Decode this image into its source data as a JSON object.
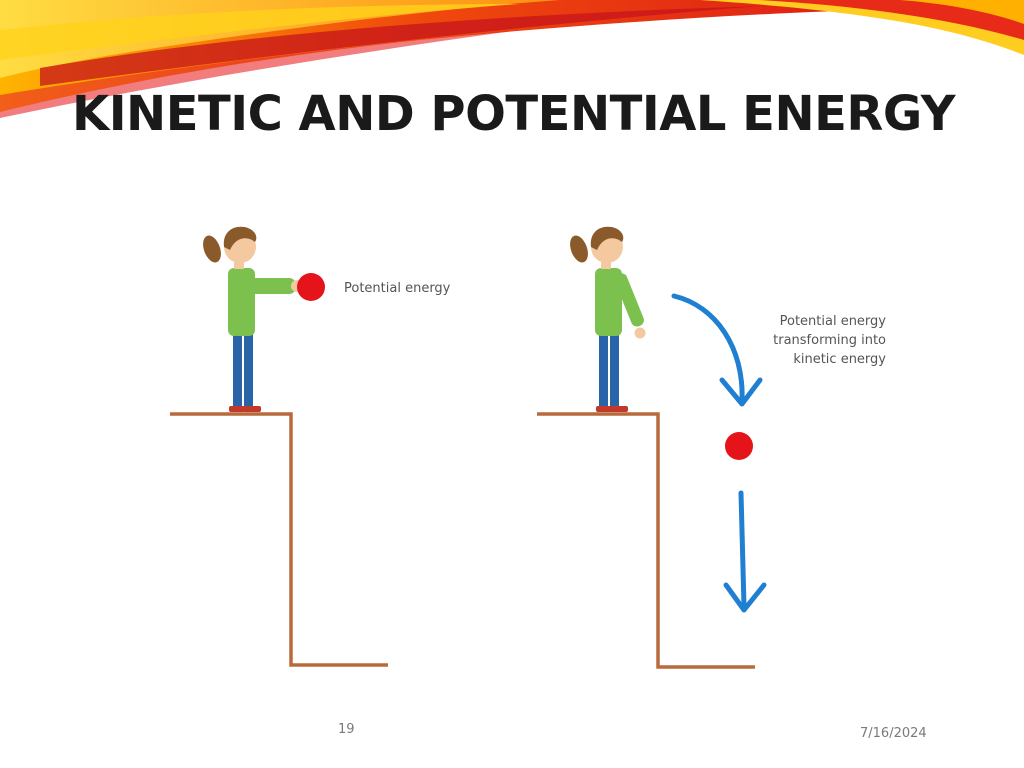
{
  "slide": {
    "title": "KINETIC AND POTENTIAL ENERGY",
    "number": "19",
    "date": "7/16/2024"
  },
  "illustration": {
    "left_panel": {
      "label": "Potential energy"
    },
    "right_panel": {
      "label_lines": [
        "Potential energy",
        "transforming into",
        "kinetic energy"
      ]
    }
  },
  "colors": {
    "ball": "#e5141b",
    "arrow": "#1f7fd1",
    "ledge": "#b86a3c",
    "shirt": "#7cc04e",
    "pants": "#2a64a8",
    "hair": "#8a5a2b",
    "skin": "#f5c9a0"
  }
}
